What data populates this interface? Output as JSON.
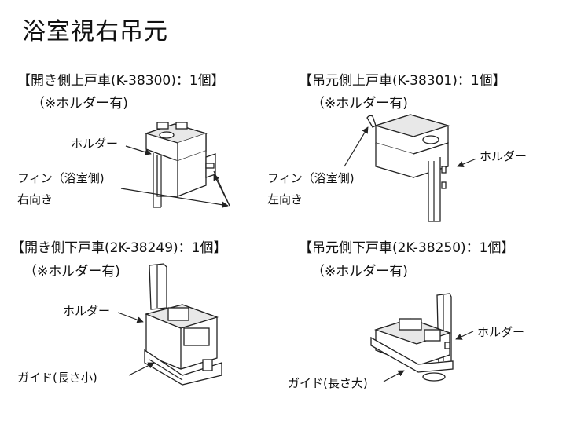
{
  "title": "浴室視右吊元",
  "panels": {
    "tl": {
      "heading": "【開き側上戸車(K-38300)：1個】",
      "sub": "（※ホルダー有)",
      "labels": {
        "holder": "ホルダー",
        "fin_line1": "フィン（浴室側)",
        "fin_line2": "右向き"
      }
    },
    "tr": {
      "heading": "【吊元側上戸車(K-38301)：1個】",
      "sub": "（※ホルダー有)",
      "labels": {
        "holder": "ホルダー",
        "fin_line1": "フィン（浴室側)",
        "fin_line2": "左向き"
      }
    },
    "bl": {
      "heading": "【開き側下戸車(2K-38249)：1個】",
      "sub": "（※ホルダー有)",
      "labels": {
        "holder": "ホルダー",
        "guide": "ガイド(長さ小)"
      }
    },
    "br": {
      "heading": "【吊元側下戸車(2K-38250)：1個】",
      "sub": "（※ホルダー有)",
      "labels": {
        "holder": "ホルダー",
        "guide": "ガイド(長さ大)"
      }
    }
  }
}
